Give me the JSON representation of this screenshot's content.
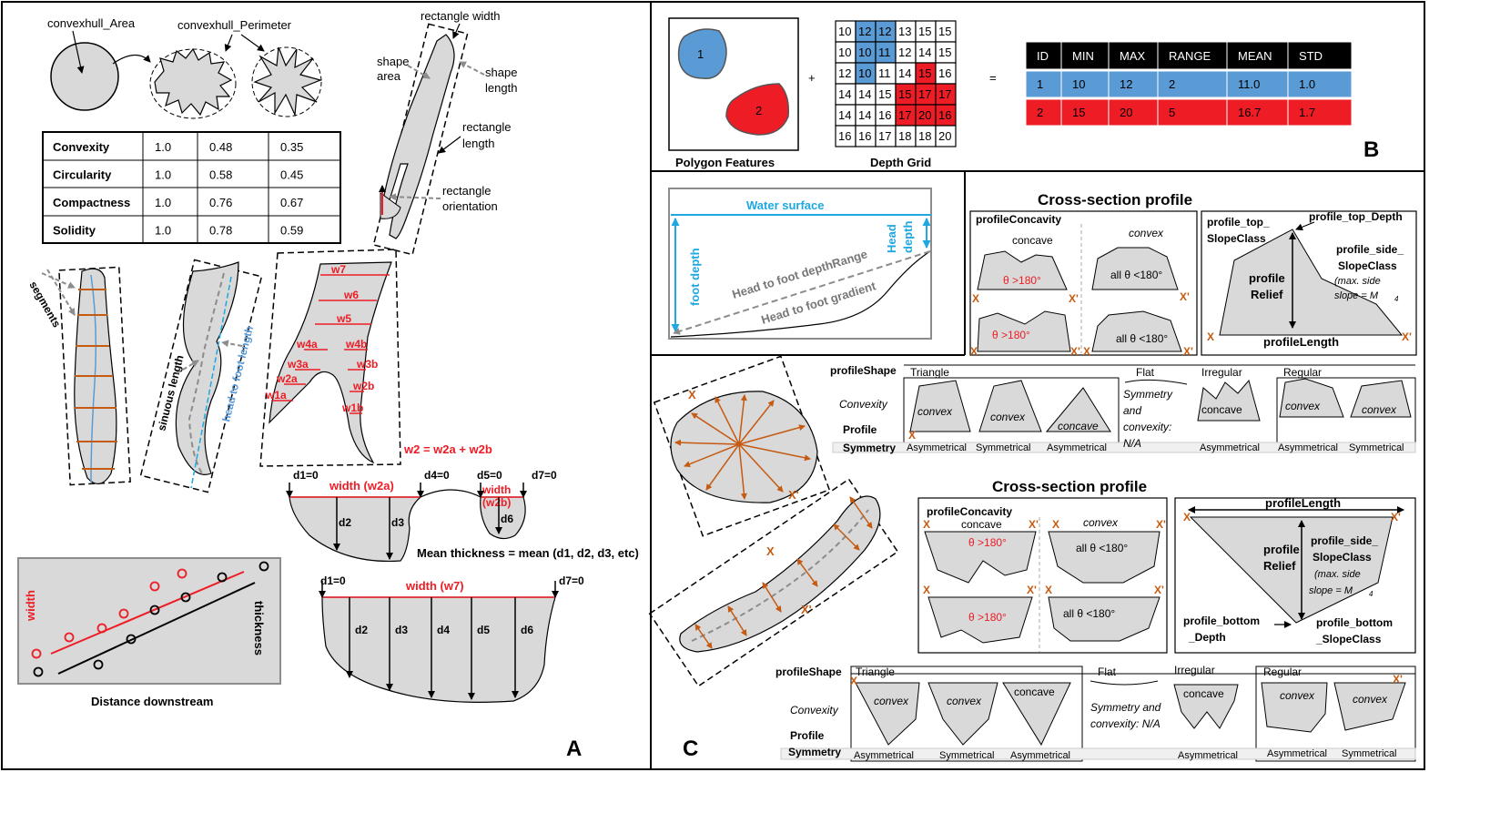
{
  "colors": {
    "blue": "#5b9bd5",
    "red": "#ee1c24",
    "orange": "#c55a11",
    "gray": "#d9d9d9",
    "dark": "#000000",
    "lightblue": "#1ea7e1",
    "dash": "#8c8c8c"
  },
  "panelA": {
    "letter": "A",
    "convexhull_area": "convexhull_Area",
    "convexhull_perimeter": "convexhull_Perimeter",
    "shape_metrics": [
      {
        "name": "Convexity",
        "values": [
          "1.0",
          "0.48",
          "0.35"
        ]
      },
      {
        "name": "Circularity",
        "values": [
          "1.0",
          "0.58",
          "0.45"
        ]
      },
      {
        "name": "Compactness",
        "values": [
          "1.0",
          "0.76",
          "0.67"
        ]
      },
      {
        "name": "Solidity",
        "values": [
          "1.0",
          "0.78",
          "0.59"
        ]
      }
    ],
    "rect_width": "rectangle width",
    "shape_area_1": "shape",
    "shape_area_2": "area",
    "shape_length_1": "shape",
    "shape_length_2": "length",
    "rect_length_1": "rectangle",
    "rect_length_2": "length",
    "rect_orient_1": "rectangle",
    "rect_orient_2": "orientation",
    "segments": "segments",
    "sinuous_length": "sinuous length",
    "head_to_foot_length": "head to foot length",
    "widths": [
      "w7",
      "w6",
      "w5",
      "w4a",
      "w4b",
      "w3a",
      "w3b",
      "w2a",
      "w2b",
      "w1a",
      "w1b"
    ],
    "w2_formula": "w2 = w2a + w2b",
    "d_labels_top": [
      "d1=0",
      "d4=0",
      "d5=0",
      "d7=0"
    ],
    "width_w2a": "width (w2a)",
    "width_w2b_1": "width",
    "width_w2b_2": "(w2b)",
    "d_mid_1": [
      "d2",
      "d3",
      "d6"
    ],
    "mean_thickness": "Mean thickness = mean (d1, d2, d3, etc)",
    "d_bottom_ends": [
      "d1=0",
      "d7=0"
    ],
    "width_w7": "width (w7)",
    "d_mid_2": [
      "d2",
      "d3",
      "d4",
      "d5",
      "d6"
    ],
    "width_label": "width",
    "thickness_label": "thickness",
    "distance_downstream": "Distance downstream"
  },
  "panelB": {
    "letter": "B",
    "polygon_features": "Polygon Features",
    "polygon_ids": [
      "1",
      "2"
    ],
    "plus": "+",
    "equals": "=",
    "depth_grid_label": "Depth Grid",
    "depth_grid": [
      [
        "10",
        "12",
        "12",
        "13",
        "15",
        "15"
      ],
      [
        "10",
        "10",
        "11",
        "12",
        "14",
        "15"
      ],
      [
        "12",
        "10",
        "11",
        "14",
        "15",
        "16"
      ],
      [
        "14",
        "14",
        "15",
        "15",
        "17",
        "17"
      ],
      [
        "14",
        "14",
        "16",
        "17",
        "20",
        "16"
      ],
      [
        "16",
        "16",
        "17",
        "18",
        "18",
        "20"
      ]
    ],
    "grid_blue": [
      [
        0,
        1
      ],
      [
        0,
        2
      ],
      [
        1,
        1
      ],
      [
        1,
        2
      ],
      [
        2,
        1
      ]
    ],
    "grid_red": [
      [
        2,
        4
      ],
      [
        3,
        3
      ],
      [
        3,
        4
      ],
      [
        3,
        5
      ],
      [
        4,
        3
      ],
      [
        4,
        4
      ],
      [
        4,
        5
      ]
    ],
    "table_headers": [
      "ID",
      "MIN",
      "MAX",
      "RANGE",
      "MEAN",
      "STD"
    ],
    "table_rows": [
      [
        "1",
        "10",
        "12",
        "2",
        "11.0",
        "1.0"
      ],
      [
        "2",
        "15",
        "20",
        "5",
        "16.7",
        "1.7"
      ]
    ]
  },
  "panelC": {
    "letter": "C",
    "water_surface": "Water surface",
    "foot_depth": "foot depth",
    "head_depth_1": "Head",
    "head_depth_2": "depth",
    "depth_range": "Head to foot  depthRange",
    "gradient": "Head to foot  gradient",
    "cs_title": "Cross-section profile",
    "profile_concavity": "profileConcavity",
    "concave": "concave",
    "convex": "convex",
    "theta_gt": "θ >180°",
    "theta_lt": "all θ <180°",
    "x": "X",
    "xp": "X'",
    "profile_top_slope_1": "profile_top_",
    "profile_top_slope_2": "SlopeClass",
    "profile_top_depth": "profile_top_Depth",
    "profile_side_1": "profile_side_",
    "profile_side_2": "SlopeClass",
    "max_side_1": "(max. side",
    "max_side_2": "slope = M",
    "max_sub": "4",
    "profile_relief_1": "profile",
    "profile_relief_2": "Relief",
    "profile_length": "profileLength",
    "profile_shape": "profileShape",
    "triangle": "Triangle",
    "flat": "Flat",
    "irregular": "Irregular",
    "regular": "Regular",
    "convexity": "Convexity",
    "profile": "Profile",
    "symmetry": "Symmetry",
    "asymmetrical": "Asymmetrical",
    "symmetrical": "Symmetrical",
    "sym_na_1": "Symmetry",
    "sym_na_2": "and",
    "sym_na_3": "convexity:",
    "sym_na_4": "N/A",
    "sym_na_b1": "Symmetry and",
    "sym_na_b2": "convexity: N/A",
    "profile_bottom_depth_1": "profile_bottom",
    "profile_bottom_depth_2": "_Depth",
    "profile_bottom_slope_1": "profile_bottom",
    "profile_bottom_slope_2": "_SlopeClass"
  }
}
